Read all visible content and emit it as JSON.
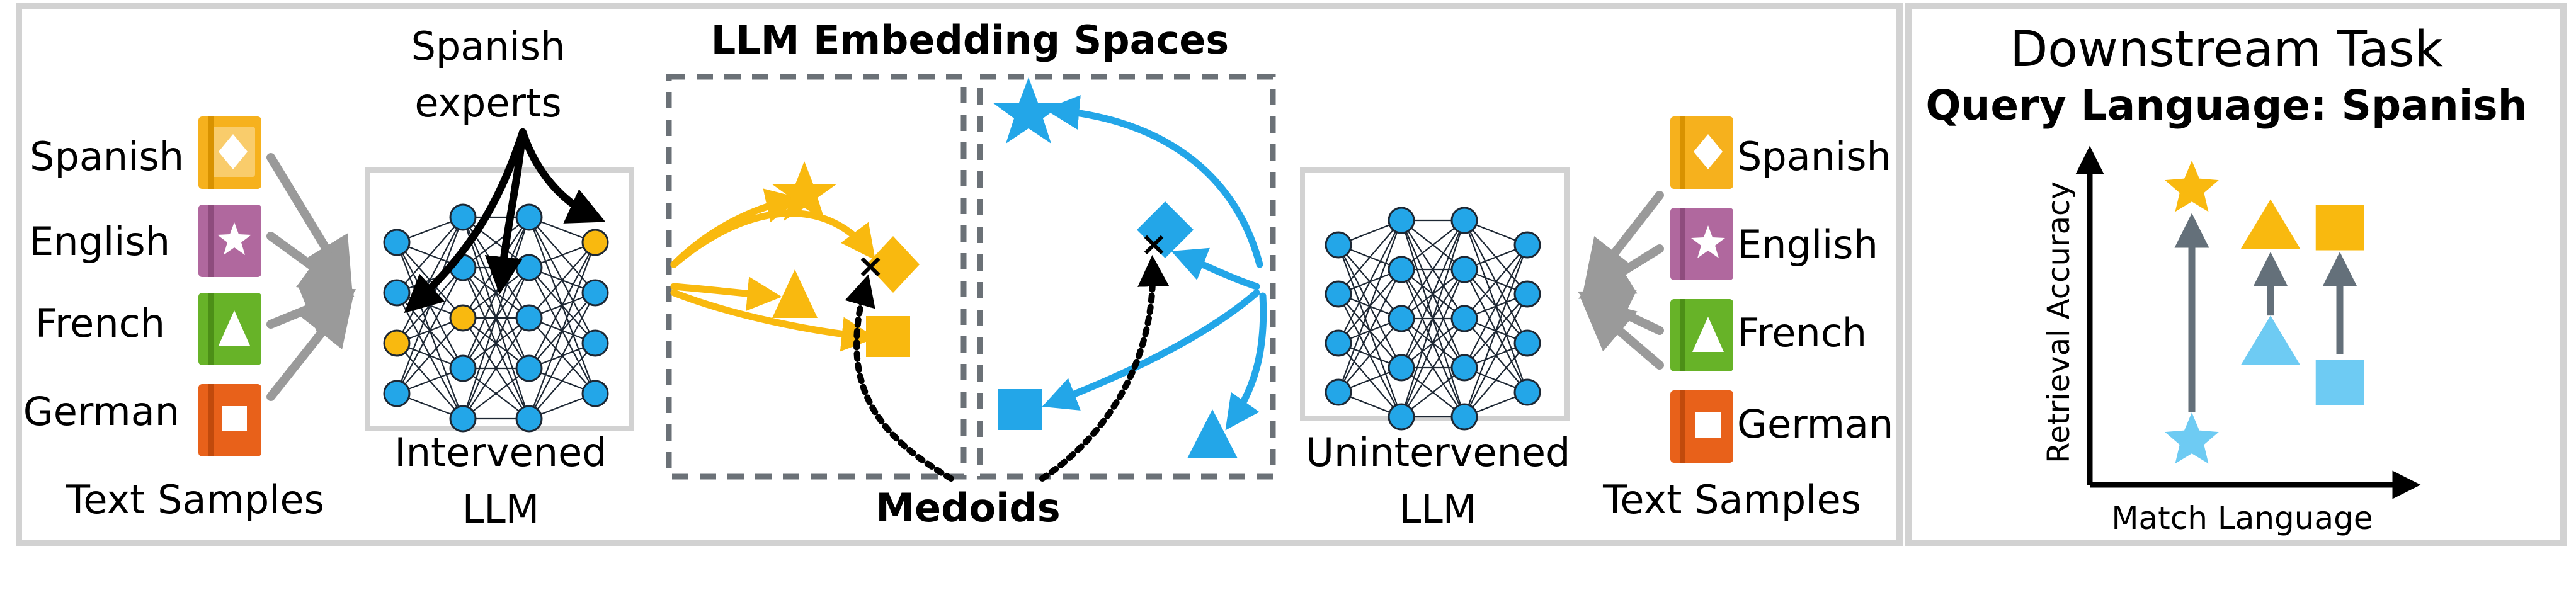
{
  "colors": {
    "yellow": "#f9b90f",
    "blue": "#23a6e8",
    "light_blue": "#6ecbf3",
    "frame": "#d2d2d2",
    "dashed": "#6b7177",
    "arrow_gray": "#9a9a9a",
    "arrow_dark": "#64707a",
    "book_spanish": "#f6b11d",
    "book_english": "#b0689e",
    "book_french": "#67b328",
    "book_german": "#e8611a"
  },
  "left": {
    "languages": [
      "Spanish",
      "English",
      "French",
      "German"
    ],
    "caption": "Text Samples",
    "experts_label_line1": "Spanish",
    "experts_label_line2": "experts",
    "network_caption_line1": "Intervened",
    "network_caption_line2": "LLM"
  },
  "center": {
    "title": "LLM Embedding Spaces",
    "medoids_label": "Medoids"
  },
  "right": {
    "network_caption_line1": "Unintervened",
    "network_caption_line2": "LLM",
    "languages": [
      "Spanish",
      "English",
      "French",
      "German"
    ],
    "caption": "Text Samples"
  },
  "task": {
    "title": "Downstream Task",
    "subtitle": "Query Language: Spanish",
    "y_axis_label": "Retrieval Accuracy",
    "x_axis_label": "Match Language"
  },
  "chart_data": {
    "type": "scatter",
    "title": "Downstream Task",
    "subtitle": "Query Language: Spanish",
    "xlabel": "Match Language",
    "ylabel": "Retrieval Accuracy",
    "series": [
      {
        "name": "",
        "marker": "star",
        "before": 0.2,
        "after": 0.85
      },
      {
        "name": "",
        "marker": "triangle",
        "before": 0.45,
        "after": 0.75
      },
      {
        "name": "",
        "marker": "square",
        "before": 0.35,
        "after": 0.75
      }
    ],
    "grid": false
  }
}
